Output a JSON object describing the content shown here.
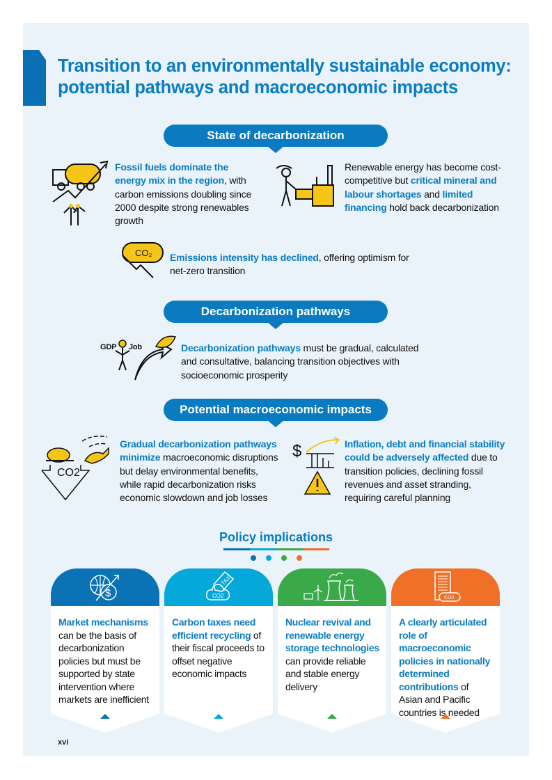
{
  "title": "Transition to an environmentally sustainable economy: potential pathways and macroeconomic impacts",
  "sections": {
    "state": "State of decarbonization",
    "pathways": "Decarbonization pathways",
    "impacts": "Potential macroeconomic impacts"
  },
  "state": {
    "fossil": [
      "Fossil fuels dominate the energy mix in the region",
      ", with carbon emissions doubling since 2000 despite strong renewables growth"
    ],
    "renewable": [
      "Renewable energy has become cost-competitive but ",
      "critical mineral and labour shortages",
      " and ",
      "limited financing",
      " hold back decarbonization"
    ],
    "emissions": [
      "Emissions intensity has declined",
      ", offering optimism for net-zero transition"
    ]
  },
  "pathways": {
    "gdp_label": "GDP",
    "job_label": "Job",
    "text": [
      "Decarbonization pathways",
      " must be gradual, calculated and consultative, balancing transition objectives with socioeconomic prosperity"
    ]
  },
  "impacts": {
    "gradual": [
      "Gradual decarbonization pathways minimize",
      " macroeconomic disruptions but delay environmental benefits, while rapid decarbonization risks economic slowdown and job losses"
    ],
    "co2_label": "CO2",
    "inflation": [
      "Inflation, debt and financial stability could be adversely affected",
      " due to transition policies, declining fossil revenues and asset stranding, requiring careful planning"
    ]
  },
  "policy": {
    "title": "Policy implications",
    "colors": [
      "#0a72b5",
      "#06a7d9",
      "#3aa94a",
      "#f07028"
    ],
    "cards": [
      {
        "icon": "globe-dollar-icon",
        "highlight": "Market mechanisms",
        "rest": " can be the basis of decarbonization policies but must be supported by state intervention where markets are inefficient"
      },
      {
        "icon": "carbon-tax-icon",
        "highlight": "Carbon taxes need efficient recycling",
        "rest": " of their fiscal proceeds to offset negative economic impacts",
        "tag": "TAX",
        "co2": "CO2"
      },
      {
        "icon": "nuclear-renewable-icon",
        "highlight": "Nuclear revival and renewable energy storage technologies",
        "rest": " can provide reliable and stable energy delivery"
      },
      {
        "icon": "document-co2-icon",
        "highlight": "A clearly articulated role of macroeconomic policies in nationally determined contributions",
        "rest": " of Asian and Pacific countries is needed",
        "co2": "CO2"
      }
    ]
  },
  "page_number": "xvi"
}
